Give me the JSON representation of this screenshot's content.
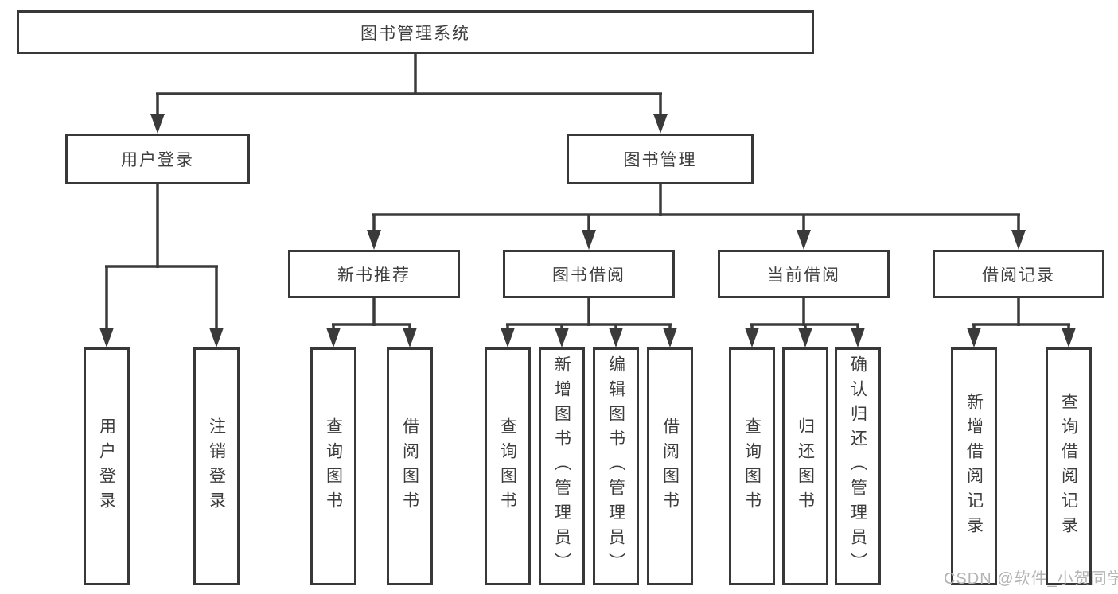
{
  "tree": {
    "label": "图书管理系统",
    "children": [
      {
        "label": "用户登录",
        "children": [
          {
            "label": "用户登录"
          },
          {
            "label": "注销登录"
          }
        ]
      },
      {
        "label": "图书管理",
        "children": [
          {
            "label": "新书推荐",
            "children": [
              {
                "label": "查询图书"
              },
              {
                "label": "借阅图书"
              }
            ]
          },
          {
            "label": "图书借阅",
            "children": [
              {
                "label": "查询图书"
              },
              {
                "label": "新增图书（管理员）"
              },
              {
                "label": "编辑图书（管理员）"
              },
              {
                "label": "借阅图书"
              }
            ]
          },
          {
            "label": "当前借阅",
            "children": [
              {
                "label": "查询图书"
              },
              {
                "label": "归还图书"
              },
              {
                "label": "确认归还（管理员）"
              }
            ]
          },
          {
            "label": "借阅记录",
            "children": [
              {
                "label": "新增借阅记录"
              },
              {
                "label": "查询借阅记录"
              }
            ]
          }
        ]
      }
    ]
  },
  "watermark": {
    "text": "CSDN @软件_小贺同学"
  },
  "colors": {
    "line": "#3a3a3a",
    "box_border": "#383838",
    "box_fill": "#ffffff",
    "text": "#3d3d3d",
    "watermark": "#b3b3b3"
  }
}
